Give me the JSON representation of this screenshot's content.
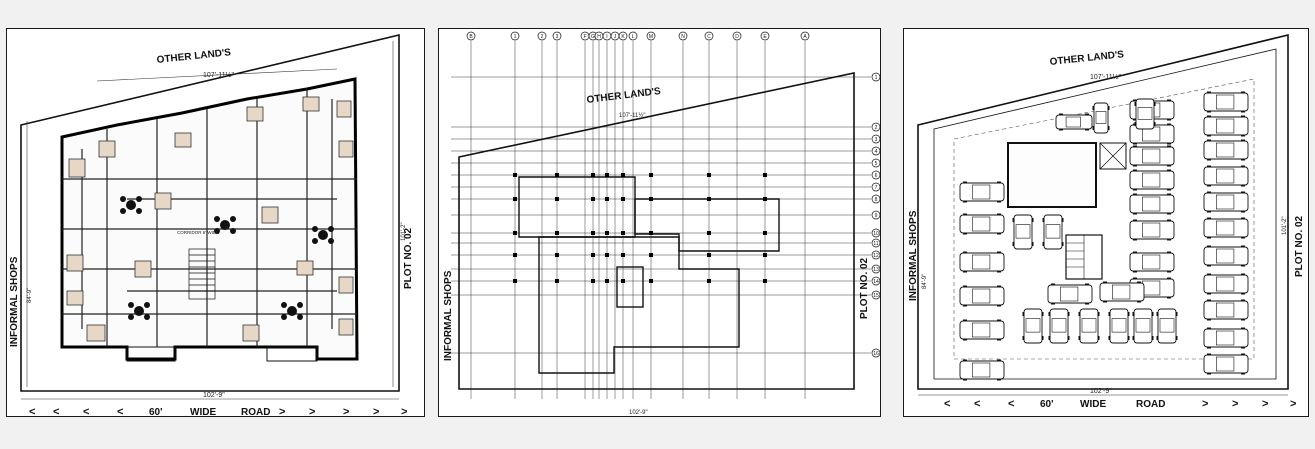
{
  "panels": [
    {
      "id": "floor-plan",
      "labels": {
        "top": "OTHER LAND'S",
        "left": "INFORMAL SHOPS",
        "right": "PLOT NO. 02",
        "road_width": "60'",
        "road_word1": "WIDE",
        "road_word2": "ROAD",
        "dim_top": "107'-11½\"",
        "dim_bottom": "102'-9\"",
        "dim_right": "101'-2\"",
        "dim_left": "84'-9\"",
        "corridor": "CORRIDOR 6' WIDE"
      }
    },
    {
      "id": "structural-grid",
      "labels": {
        "top": "OTHER LAND'S",
        "left": "INFORMAL SHOPS",
        "right": "PLOT NO. 02",
        "dim_top": "107'-11½\"",
        "dim_bottom": "102'-9\""
      },
      "grid_top": [
        "B",
        "1",
        "2",
        "3",
        "F",
        "G",
        "H",
        "I",
        "J",
        "K",
        "L",
        "M",
        "N",
        "C",
        "D",
        "E",
        "A"
      ],
      "grid_right": [
        "1",
        "2",
        "3",
        "4",
        "5",
        "6",
        "7",
        "8",
        "9",
        "10",
        "11",
        "12",
        "13",
        "14",
        "15",
        "16"
      ]
    },
    {
      "id": "parking-plan",
      "labels": {
        "top": "OTHER LAND'S",
        "left": "INFORMAL SHOPS",
        "right": "PLOT NO. 02",
        "road_width": "60'",
        "road_word1": "WIDE",
        "road_word2": "ROAD",
        "dim_top": "107'-11½\"",
        "dim_bottom": "102'-9\"",
        "dim_right": "101'-2\"",
        "dim_left": "84'-9\""
      }
    }
  ]
}
